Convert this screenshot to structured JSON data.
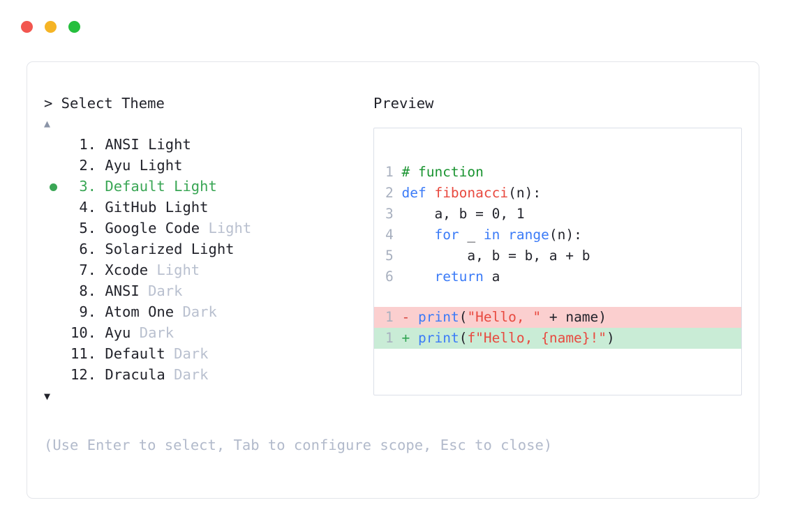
{
  "window": {
    "traffic_lights": [
      {
        "name": "close",
        "color": "#f2564f"
      },
      {
        "name": "minimize",
        "color": "#f5b425"
      },
      {
        "name": "maximize",
        "color": "#25bf3d"
      }
    ]
  },
  "left": {
    "prompt": "> Select Theme",
    "scroll_up_icon": "▲",
    "scroll_down_icon": "▼",
    "selected_index": 3,
    "items": [
      {
        "num": " 1.",
        "name": "ANSI Light",
        "tag": "",
        "selected": false
      },
      {
        "num": " 2.",
        "name": "Ayu Light",
        "tag": "",
        "selected": false
      },
      {
        "num": " 3.",
        "name": "Default Light",
        "tag": "",
        "selected": true
      },
      {
        "num": " 4.",
        "name": "GitHub Light",
        "tag": "",
        "selected": false
      },
      {
        "num": " 5.",
        "name": "Google Code",
        "tag": " Light",
        "selected": false
      },
      {
        "num": " 6.",
        "name": "Solarized Light",
        "tag": "",
        "selected": false
      },
      {
        "num": " 7.",
        "name": "Xcode",
        "tag": " Light",
        "selected": false
      },
      {
        "num": " 8.",
        "name": "ANSI",
        "tag": " Dark",
        "selected": false
      },
      {
        "num": " 9.",
        "name": "Atom One",
        "tag": " Dark",
        "selected": false
      },
      {
        "num": "10.",
        "name": "Ayu",
        "tag": " Dark",
        "selected": false
      },
      {
        "num": "11.",
        "name": "Default",
        "tag": " Dark",
        "selected": false
      },
      {
        "num": "12.",
        "name": "Dracula",
        "tag": " Dark",
        "selected": false
      }
    ],
    "hint": "(Use Enter to select, Tab to configure scope, Esc to close)"
  },
  "right": {
    "label": "Preview",
    "code": {
      "lines": [
        {
          "no": "1",
          "tokens": [
            {
              "t": "# function",
              "c": "comment"
            }
          ]
        },
        {
          "no": "2",
          "tokens": [
            {
              "t": "def ",
              "c": "kw"
            },
            {
              "t": "fibonacci",
              "c": "fn"
            },
            {
              "t": "(n):",
              "c": "plain"
            }
          ]
        },
        {
          "no": "3",
          "tokens": [
            {
              "t": "    a, b = 0, 1",
              "c": "plain"
            }
          ]
        },
        {
          "no": "4",
          "tokens": [
            {
              "t": "    ",
              "c": "plain"
            },
            {
              "t": "for",
              "c": "kw"
            },
            {
              "t": " _ ",
              "c": "plain"
            },
            {
              "t": "in",
              "c": "kw"
            },
            {
              "t": " ",
              "c": "plain"
            },
            {
              "t": "range",
              "c": "kw"
            },
            {
              "t": "(n):",
              "c": "plain"
            }
          ]
        },
        {
          "no": "5",
          "tokens": [
            {
              "t": "        a, b = b, a + b",
              "c": "plain"
            }
          ]
        },
        {
          "no": "6",
          "tokens": [
            {
              "t": "    ",
              "c": "plain"
            },
            {
              "t": "return",
              "c": "kw"
            },
            {
              "t": " a",
              "c": "plain"
            }
          ]
        }
      ],
      "diff": [
        {
          "no": "1",
          "marker": "-",
          "kind": "del",
          "tokens": [
            {
              "t": "print",
              "c": "kw"
            },
            {
              "t": "(",
              "c": "plain"
            },
            {
              "t": "\"Hello, \"",
              "c": "str"
            },
            {
              "t": " + name)",
              "c": "plain"
            }
          ]
        },
        {
          "no": "1",
          "marker": "+",
          "kind": "add",
          "tokens": [
            {
              "t": "print",
              "c": "kw"
            },
            {
              "t": "(",
              "c": "plain"
            },
            {
              "t": "f\"Hello, {name}!\"",
              "c": "str"
            },
            {
              "t": ")",
              "c": "plain"
            }
          ]
        }
      ]
    }
  },
  "colors": {
    "accent_green": "#3aa655",
    "tag_gray": "#b9c0cf",
    "hint_gray": "#b2bacb",
    "diff_del_bg": "#fbcfcf",
    "diff_add_bg": "#c9ecd6",
    "kw_blue": "#3b7bf7",
    "fn_red": "#e8493f",
    "comment_green": "#1a9431"
  }
}
